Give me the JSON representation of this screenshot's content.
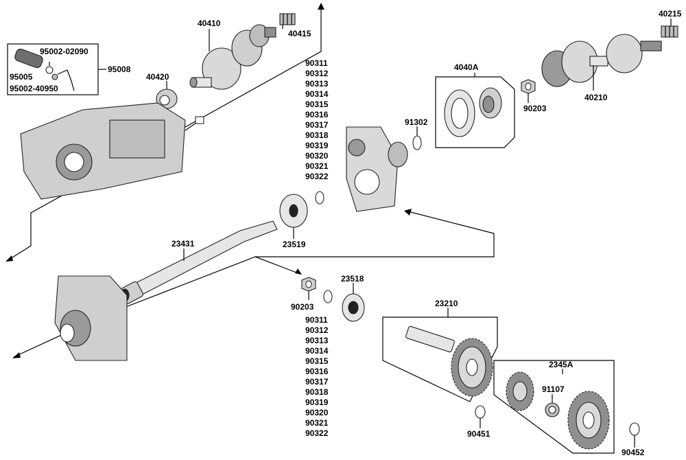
{
  "parts": {
    "p40410": "40410",
    "p40415": "40415",
    "p40215": "40215",
    "p95002_02090": "95002-02090",
    "p95005": "95005",
    "p95002_40950": "95002-40950",
    "p95008": "95008",
    "p40420": "40420",
    "p4040A": "4040A",
    "p90203_top": "90203",
    "p40210": "40210",
    "p91302": "91302",
    "p23519": "23519",
    "p23431": "23431",
    "p90203_mid": "90203",
    "p23518": "23518",
    "p23210": "23210",
    "p2345A": "2345A",
    "p91107": "91107",
    "p90451": "90451",
    "p90452": "90452"
  },
  "shim_list_top": [
    "90311",
    "90312",
    "90313",
    "90314",
    "90315",
    "90316",
    "90317",
    "90318",
    "90319",
    "90320",
    "90321",
    "90322"
  ],
  "shim_list_bottom": [
    "90311",
    "90312",
    "90313",
    "90314",
    "90315",
    "90316",
    "90317",
    "90318",
    "90319",
    "90320",
    "90321",
    "90322"
  ],
  "colors": {
    "line": "#000000",
    "part_fill": "#d9d9d9",
    "part_dark": "#7a7a7a",
    "bg": "#ffffff"
  }
}
